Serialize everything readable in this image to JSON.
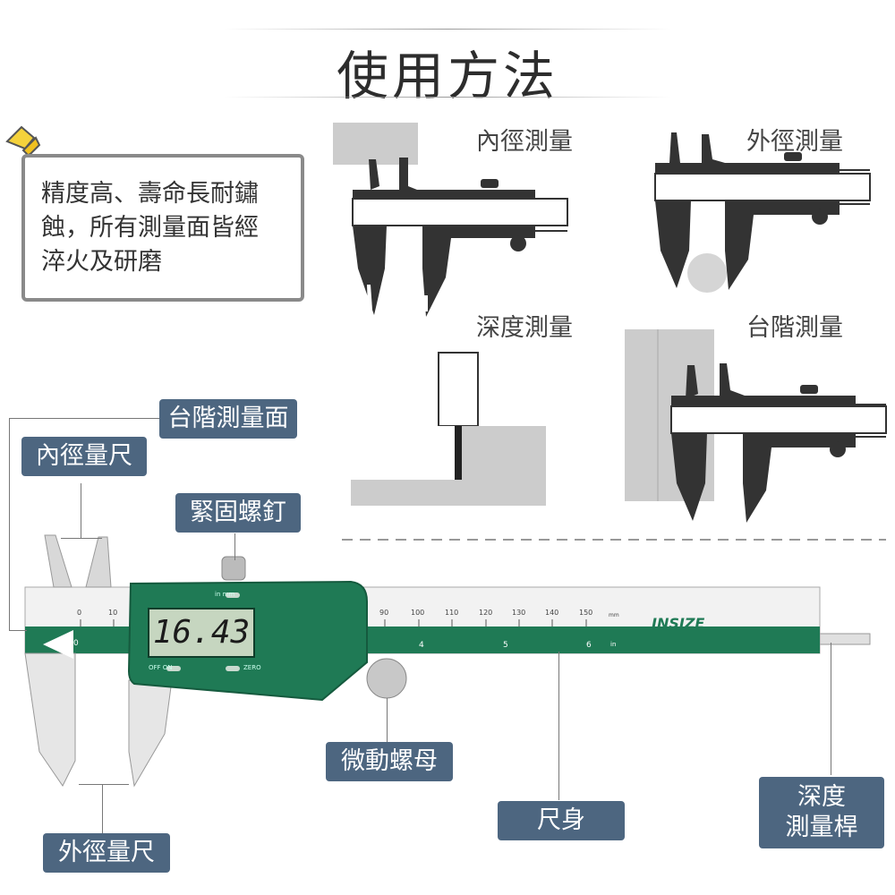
{
  "title": "使用方法",
  "note": {
    "line1": "精度高、壽命長耐鏽",
    "line2": "蝕，所有測量面皆經",
    "line3": "淬火及研磨"
  },
  "methods": {
    "inner": "內徑測量",
    "outer": "外徑測量",
    "depth": "深度測量",
    "step": "台階測量"
  },
  "parts": {
    "step_face": "台階測量面",
    "inner_jaw": "內徑量尺",
    "lock_screw": "緊固螺釘",
    "thumb_nut": "微動螺母",
    "outer_jaw": "外徑量尺",
    "beam": "尺身",
    "depth_rod_l1": "深度",
    "depth_rod_l2": "測量桿"
  },
  "caliper": {
    "display_value": "16.43",
    "brand": "INSIZE",
    "btn_in_mm": "in mm",
    "btn_off_on": "OFF ON",
    "btn_zero": "ZERO",
    "scale_top": [
      "0",
      "10",
      "90",
      "100",
      "110",
      "120",
      "130",
      "140",
      "150"
    ],
    "scale_bottom": [
      "0",
      "4",
      "5",
      "6"
    ],
    "unit_top": "mm",
    "unit_bottom": "in"
  },
  "colors": {
    "tag_bg": "#4d6680",
    "caliper_green": "#1f7a55",
    "jaw_dark": "#333333",
    "block_gray": "#cccccc"
  }
}
